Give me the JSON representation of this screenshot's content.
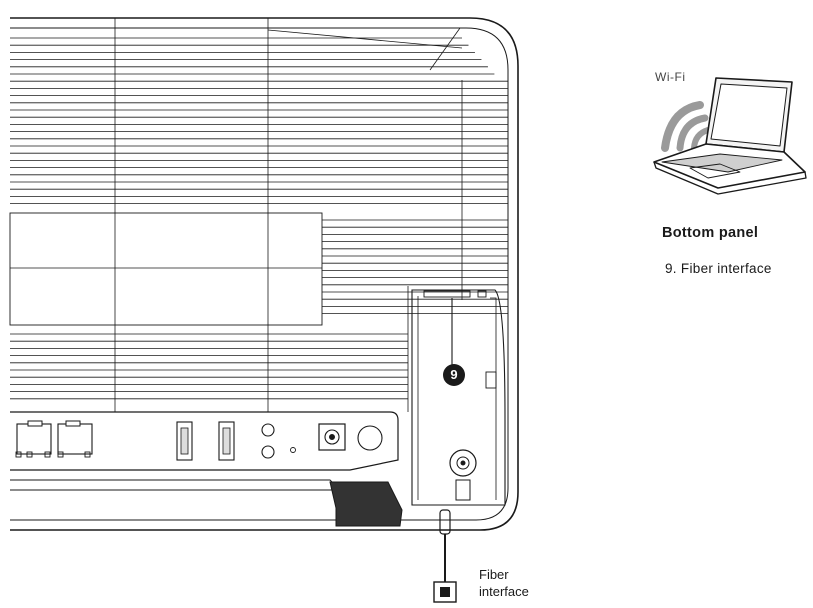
{
  "laptop": {
    "wifi_label": "Wi-Fi",
    "icon": "laptop-icon"
  },
  "panel": {
    "title": "Bottom panel",
    "items": [
      {
        "text": "9. Fiber interface"
      }
    ]
  },
  "callout": {
    "number": "9"
  },
  "fiber": {
    "label_line1": "Fiber",
    "label_line2": "interface"
  },
  "colors": {
    "outline": "#1a1a1a",
    "wifi_arc": "#9a9a9a",
    "screen": "#f4f4f4"
  }
}
